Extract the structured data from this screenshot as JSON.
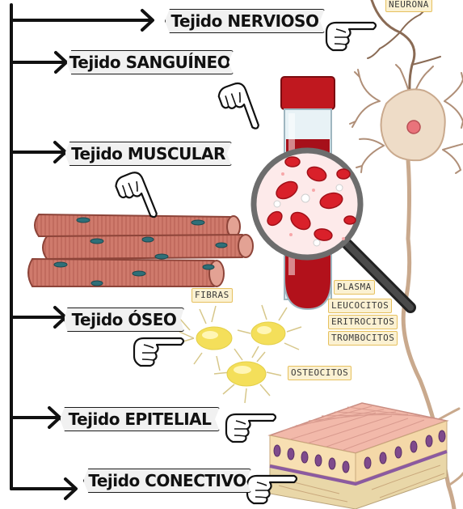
{
  "tissues": [
    {
      "label": "Tejido NERVIOSO"
    },
    {
      "label": "Tejido SANGUÍNEO"
    },
    {
      "label": "Tejido MUSCULAR"
    },
    {
      "label": "Tejido ÓSEO"
    },
    {
      "label": "Tejido EPITELIAL"
    },
    {
      "label": "Tejido CONECTIVO"
    }
  ],
  "tags": {
    "neurona": "NEURONA",
    "fibras": "FIBRAS",
    "plasma": "PLASMA",
    "leucocitos": "LEUCOCITOS",
    "eritrocitos": "ERITROCITOS",
    "trombocitos": "TROMBOCITOS",
    "osteocitos": "OSTEOCITOS"
  },
  "colors": {
    "muscle": "#c8675a",
    "blood": "#b3121b",
    "bone_cell": "#f3d84e",
    "epithelium_top": "#f1b5a6",
    "neuron": "#c9a98d",
    "tag_border": "#e6c15f"
  }
}
